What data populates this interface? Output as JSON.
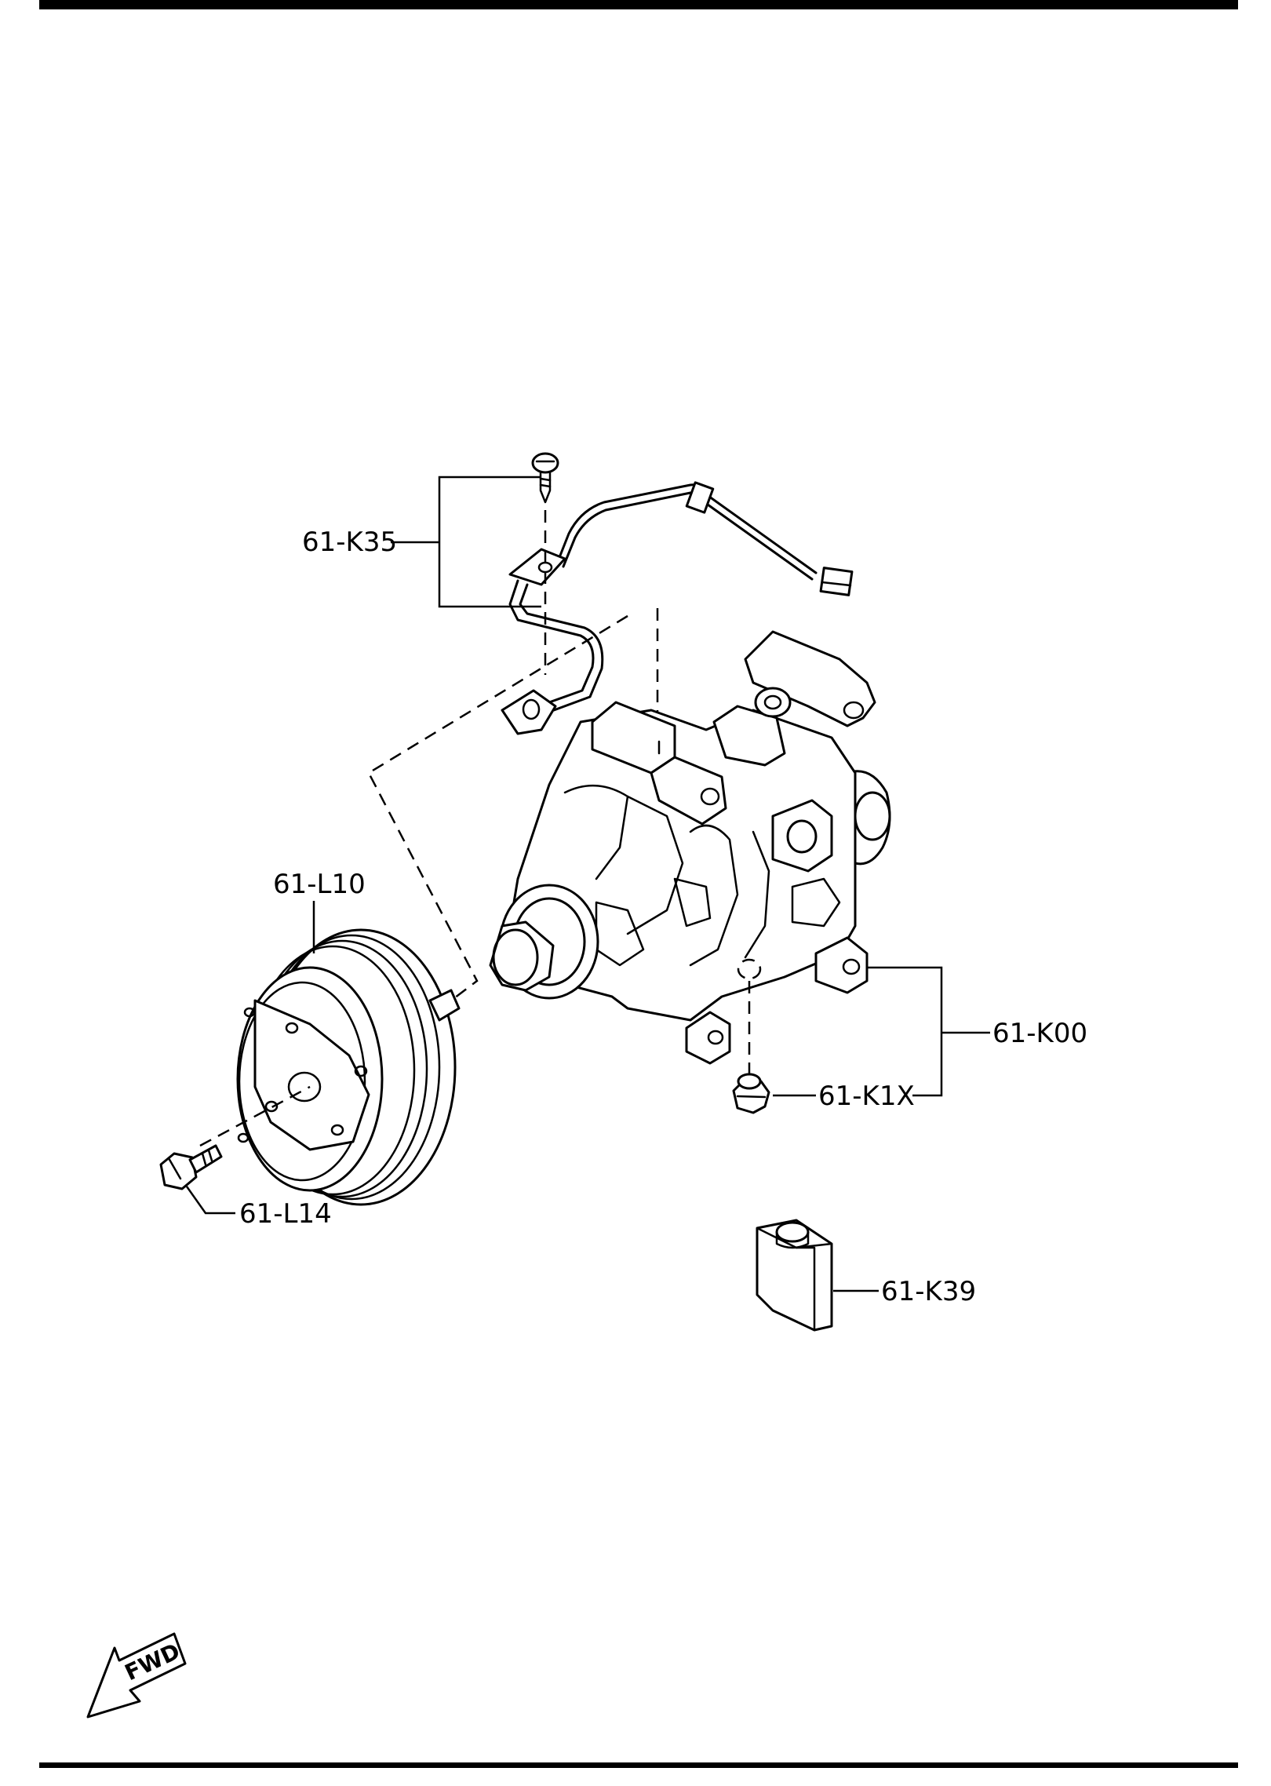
{
  "labels": {
    "wiring_harness": "61-K35",
    "magnetic_clutch": "61-L10",
    "clutch_bolt": "61-L14",
    "compressor": "61-K00",
    "plug": "61-K1X",
    "oil": "61-K39"
  },
  "fwd": "FWD"
}
